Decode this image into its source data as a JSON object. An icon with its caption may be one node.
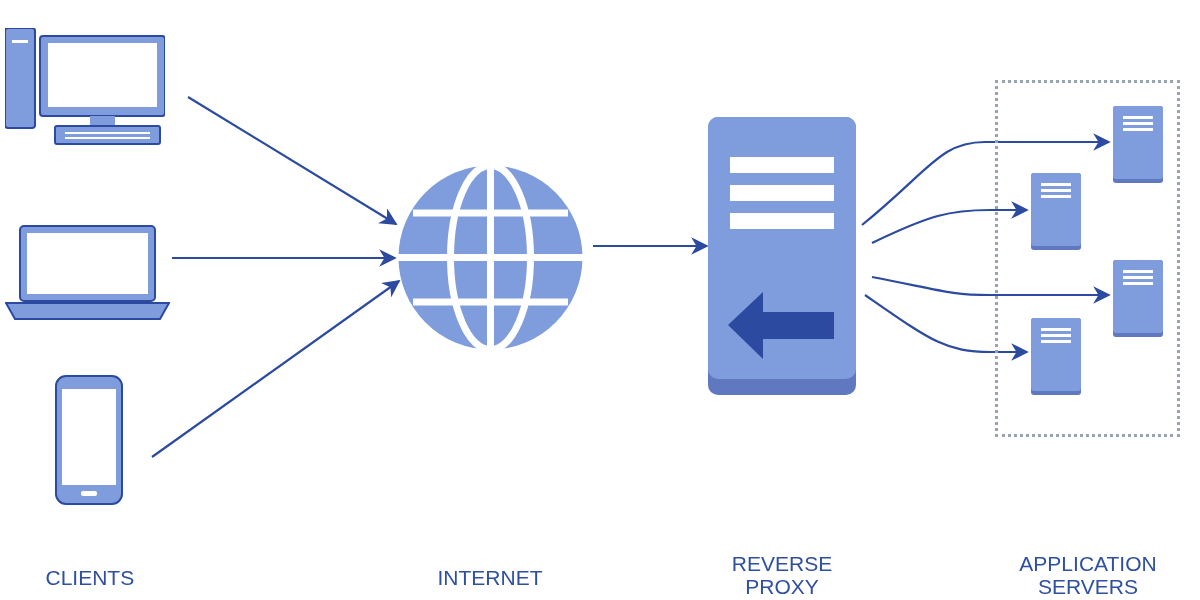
{
  "diagram": {
    "nodes": [
      {
        "text": [],
        "shape": "picture"
      },
      {
        "text": [],
        "shape": "picture"
      },
      {
        "text": [],
        "shape": "picture"
      },
      {
        "text": [],
        "shape": "picture"
      },
      {
        "text": [],
        "shape": "picture"
      },
      {
        "text": [],
        "shape": "box"
      },
      {
        "text": [],
        "shape": "picture",
        "in": 5
      },
      {
        "text": [],
        "shape": "picture",
        "in": 5
      },
      {
        "text": [],
        "shape": "picture",
        "in": 5
      },
      {
        "text": [],
        "shape": "picture",
        "in": 5
      }
    ],
    "edges": [
      {
        "from": 0,
        "to": 3,
        "arrow": "to"
      },
      {
        "from": 1,
        "to": 3,
        "arrow": "to"
      },
      {
        "from": 2,
        "to": 3,
        "arrow": "to"
      },
      {
        "from": 3,
        "to": 4,
        "arrow": "to"
      },
      {
        "from": 4,
        "to": 6,
        "arrow": "to"
      },
      {
        "from": 4,
        "to": 7,
        "arrow": "to"
      },
      {
        "from": 4,
        "to": 8,
        "arrow": "to"
      },
      {
        "from": 4,
        "to": 9,
        "arrow": "to"
      }
    ],
    "labels": [
      "CLIENTS",
      "INTERNET",
      "REVERSE PROXY",
      "APPLICATION SERVERS"
    ]
  }
}
